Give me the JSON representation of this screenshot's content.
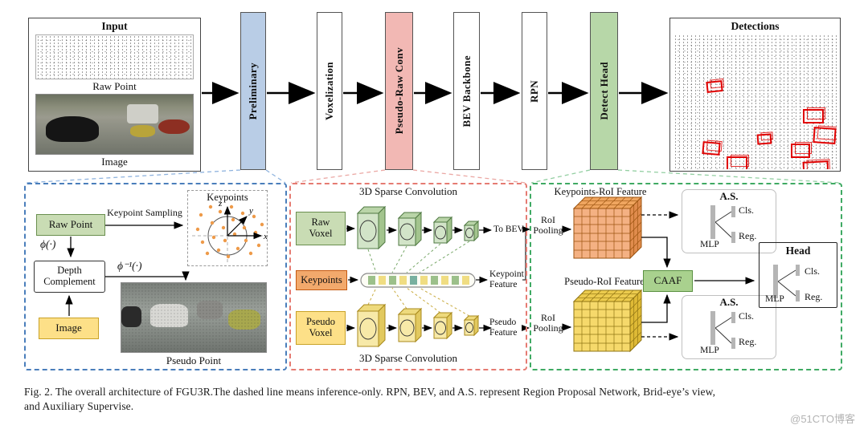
{
  "colors": {
    "preliminary_blue": "#b9cde6",
    "pseudo_raw_pink": "#f2b8b4",
    "detect_head_green": "#b7d7a8",
    "raw_point_green": "#c9dcb4",
    "image_yellow": "#fde088",
    "keypoints_orange": "#f2a96c",
    "caaf_green": "#a9d18e",
    "detail_box_blue": "#4a7ebb",
    "detail_box_red": "#e57b72",
    "detail_box_green": "#3faa63",
    "detection_red": "#e00000"
  },
  "top": {
    "input_title": "Input",
    "raw_point_caption": "Raw Point",
    "image_caption": "Image",
    "blocks": [
      {
        "label": "Preliminary"
      },
      {
        "label": "Voxelization"
      },
      {
        "label": "Pseudo-Raw Conv"
      },
      {
        "label": "BEV Backbone"
      },
      {
        "label": "RPN"
      },
      {
        "label": "Detect Head"
      }
    ],
    "detections_title": "Detections"
  },
  "preliminary": {
    "raw_point": "Raw Point",
    "keypoint_sampling": "Keypoint Sampling",
    "keypoints_title": "Keypoints",
    "axis_z": "z",
    "axis_y": "y",
    "axis_x": "x",
    "phi": "ϕ(·)",
    "phi_inv": "ϕ⁻¹(·)",
    "depth_complement": "Depth\nComplement",
    "image": "Image",
    "pseudo_point": "Pseudo Point"
  },
  "conv": {
    "sparse_top": "3D Sparse Convolution",
    "sparse_bottom": "3D Sparse Convolution",
    "raw_voxel": "Raw\nVoxel",
    "keypoints": "Keypoints",
    "pseudo_voxel": "Pseudo\nVoxel",
    "to_bev": "To BEV",
    "keypoint_feature": "Keypoint\nFeature",
    "pseudo_feature": "Pseudo\nFeature"
  },
  "head": {
    "keypoints_roi": "Keypoints-RoI Feature",
    "pseudo_roi": "Pseudo-RoI Feature",
    "roi_pooling_top": "RoI\nPooling",
    "roi_pooling_bottom": "RoI\nPooling",
    "caaf": "CAAF",
    "as_top": {
      "title": "A.S.",
      "mlp": "MLP",
      "cls": "Cls.",
      "reg": "Reg."
    },
    "as_bottom": {
      "title": "A.S.",
      "mlp": "MLP",
      "cls": "Cls.",
      "reg": "Reg."
    },
    "head_box": {
      "title": "Head",
      "mlp": "MLP",
      "cls": "Cls.",
      "reg": "Reg."
    }
  },
  "caption": {
    "line1": "Fig. 2. The overall architecture of FGU3R.The dashed line means inference-only. RPN, BEV, and A.S. represent Region Proposal Network, Brid-eye’s view,",
    "line2": "and Auxiliary Supervise."
  },
  "watermark": "@51CTO博客"
}
